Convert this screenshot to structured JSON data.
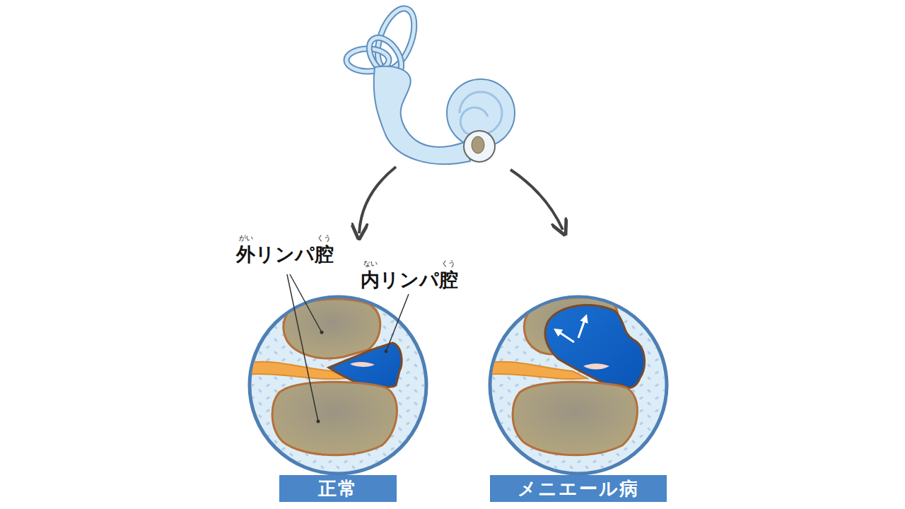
{
  "diagram": {
    "nodes": [
      {
        "text": [
          "正常"
        ]
      },
      {
        "text": [
          "メニエール病"
        ]
      }
    ],
    "labels": [
      "がい",
      "くう",
      "外リンパ腔",
      "ない",
      "くう",
      "内リンパ腔"
    ]
  }
}
